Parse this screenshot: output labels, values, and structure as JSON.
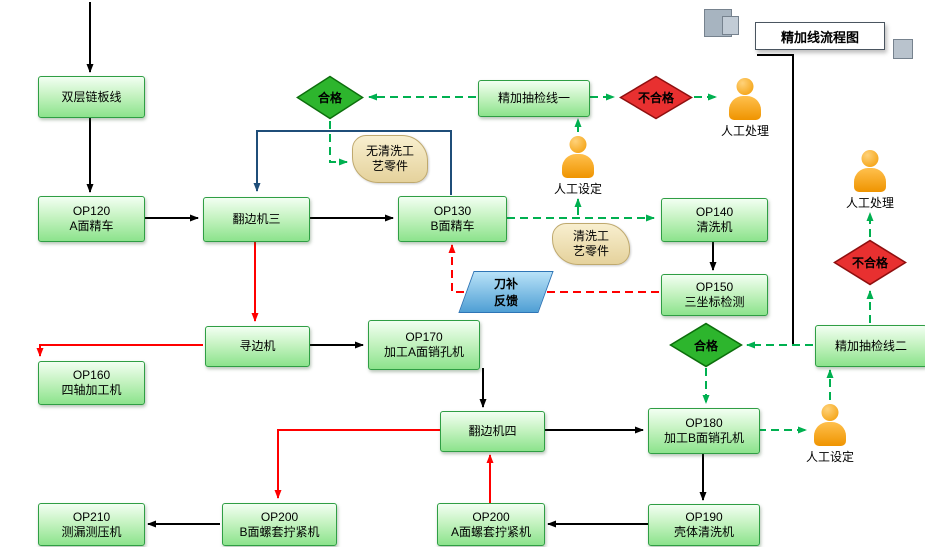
{
  "title": "精加线流程图",
  "colors": {
    "box_fill": "#8ce38c",
    "box_border": "#2f9e44",
    "diamond_pass": "#2db52d",
    "diamond_fail": "#e83030",
    "arrow_black": "#000000",
    "arrow_red": "#ff0000",
    "arrow_green": "#00b050",
    "arrow_navy": "#1f4e79",
    "person_orange": "#f29a00",
    "note_tan": "#e5d29c",
    "feedback_blue": "#4f9fd4"
  },
  "nodes": {
    "chain": {
      "lines": [
        "双层链板线",
        ""
      ]
    },
    "op120": {
      "lines": [
        "OP120",
        "A面精车"
      ]
    },
    "fanbian3": {
      "lines": [
        "翻边机三",
        ""
      ]
    },
    "op130": {
      "lines": [
        "OP130",
        "B面精车"
      ]
    },
    "op140": {
      "lines": [
        "OP140",
        "清洗机"
      ]
    },
    "op150": {
      "lines": [
        "OP150",
        "三坐标检测"
      ]
    },
    "choujian1": {
      "lines": [
        "精加抽检线一",
        ""
      ]
    },
    "xunbian": {
      "lines": [
        "寻边机",
        ""
      ]
    },
    "op160": {
      "lines": [
        "OP160",
        "四轴加工机"
      ]
    },
    "op170": {
      "lines": [
        "OP170",
        "加工A面销孔机"
      ]
    },
    "fanbian4": {
      "lines": [
        "翻边机四",
        ""
      ]
    },
    "op180": {
      "lines": [
        "OP180",
        "加工B面销孔机"
      ]
    },
    "choujian2": {
      "lines": [
        "精加抽检线二",
        ""
      ]
    },
    "op190": {
      "lines": [
        "OP190",
        "壳体清洗机"
      ]
    },
    "op200a": {
      "lines": [
        "OP200",
        "A面螺套拧紧机"
      ]
    },
    "op200b": {
      "lines": [
        "OP200",
        "B面螺套拧紧机"
      ]
    },
    "op210": {
      "lines": [
        "OP210",
        "测漏测压机"
      ]
    }
  },
  "decisions": {
    "pass1": "合格",
    "fail1": "不合格",
    "pass2": "合格",
    "fail2": "不合格"
  },
  "annotations": {
    "no_wash_note": "无清洗工艺零件",
    "wash_note": "清洗工艺零件",
    "tool_feedback": "刀补反馈"
  },
  "persons": {
    "manual_handle_top": "人工处理",
    "manual_set_mid": "人工设定",
    "manual_handle_right": "人工处理",
    "manual_set_bottom": "人工设定"
  },
  "edges": [
    {
      "from": "start",
      "to": "chain",
      "style": "solid-black"
    },
    {
      "from": "chain",
      "to": "op120",
      "style": "solid-black"
    },
    {
      "from": "op120",
      "to": "fanbian3",
      "style": "solid-black"
    },
    {
      "from": "fanbian3",
      "to": "op130",
      "style": "solid-black"
    },
    {
      "from": "op130",
      "to": "fanbian3",
      "style": "solid-navy"
    },
    {
      "from": "op130",
      "to": "op140",
      "style": "dashed-green",
      "via": "wash_note"
    },
    {
      "from": "op140",
      "to": "op150",
      "style": "solid-black"
    },
    {
      "from": "op150",
      "to": "op130",
      "style": "dashed-red",
      "via": "tool_feedback"
    },
    {
      "from": "choujian1",
      "to": "pass1",
      "style": "dashed-green"
    },
    {
      "from": "pass1",
      "to": "no_wash_note",
      "style": "dashed-green"
    },
    {
      "from": "choujian1",
      "to": "fail1",
      "style": "dashed-green"
    },
    {
      "from": "fail1",
      "to": "manual_handle_top",
      "style": "dashed-green"
    },
    {
      "from": "manual_set_mid",
      "to": "choujian1",
      "style": "dashed-green"
    },
    {
      "from": "op130_op140_line",
      "to": "manual_set_mid",
      "style": "dashed-green"
    },
    {
      "from": "fanbian3",
      "to": "xunbian",
      "style": "solid-red"
    },
    {
      "from": "xunbian",
      "to": "op160",
      "style": "solid-red"
    },
    {
      "from": "xunbian",
      "to": "op170",
      "style": "solid-black"
    },
    {
      "from": "op170",
      "to": "fanbian4",
      "style": "solid-black"
    },
    {
      "from": "fanbian4",
      "to": "op180",
      "style": "solid-black"
    },
    {
      "from": "op180",
      "to": "manual_set_bottom",
      "style": "dashed-green"
    },
    {
      "from": "manual_set_bottom",
      "to": "choujian2",
      "style": "dashed-green"
    },
    {
      "from": "choujian2",
      "to": "pass2",
      "style": "dashed-green"
    },
    {
      "from": "pass2",
      "to": "op180",
      "style": "dashed-green"
    },
    {
      "from": "choujian2",
      "to": "fail2",
      "style": "dashed-green"
    },
    {
      "from": "fail2",
      "to": "manual_handle_right",
      "style": "dashed-green"
    },
    {
      "from": "op180",
      "to": "op190",
      "style": "solid-black"
    },
    {
      "from": "op190",
      "to": "op200a",
      "style": "solid-black"
    },
    {
      "from": "op200a",
      "to": "fanbian4",
      "style": "solid-red"
    },
    {
      "from": "fanbian4",
      "to": "op200b",
      "style": "solid-red"
    },
    {
      "from": "op200b",
      "to": "op210",
      "style": "solid-black"
    }
  ]
}
